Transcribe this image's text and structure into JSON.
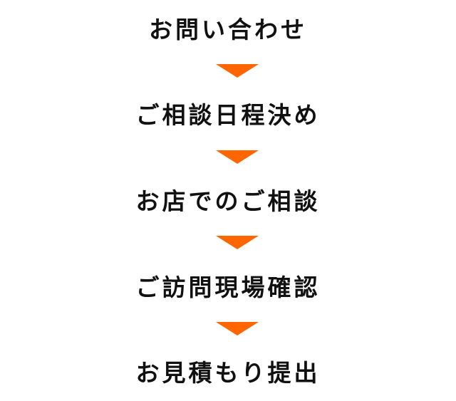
{
  "flow": {
    "arrow_color": "#ff6600",
    "steps": [
      {
        "label": "お問い合わせ"
      },
      {
        "label": "ご相談日程決め"
      },
      {
        "label": "お店でのご相談"
      },
      {
        "label": "ご訪問現場確認"
      },
      {
        "label": "お見積もり提出"
      }
    ],
    "connector_icon": "down-triangle-icon"
  }
}
